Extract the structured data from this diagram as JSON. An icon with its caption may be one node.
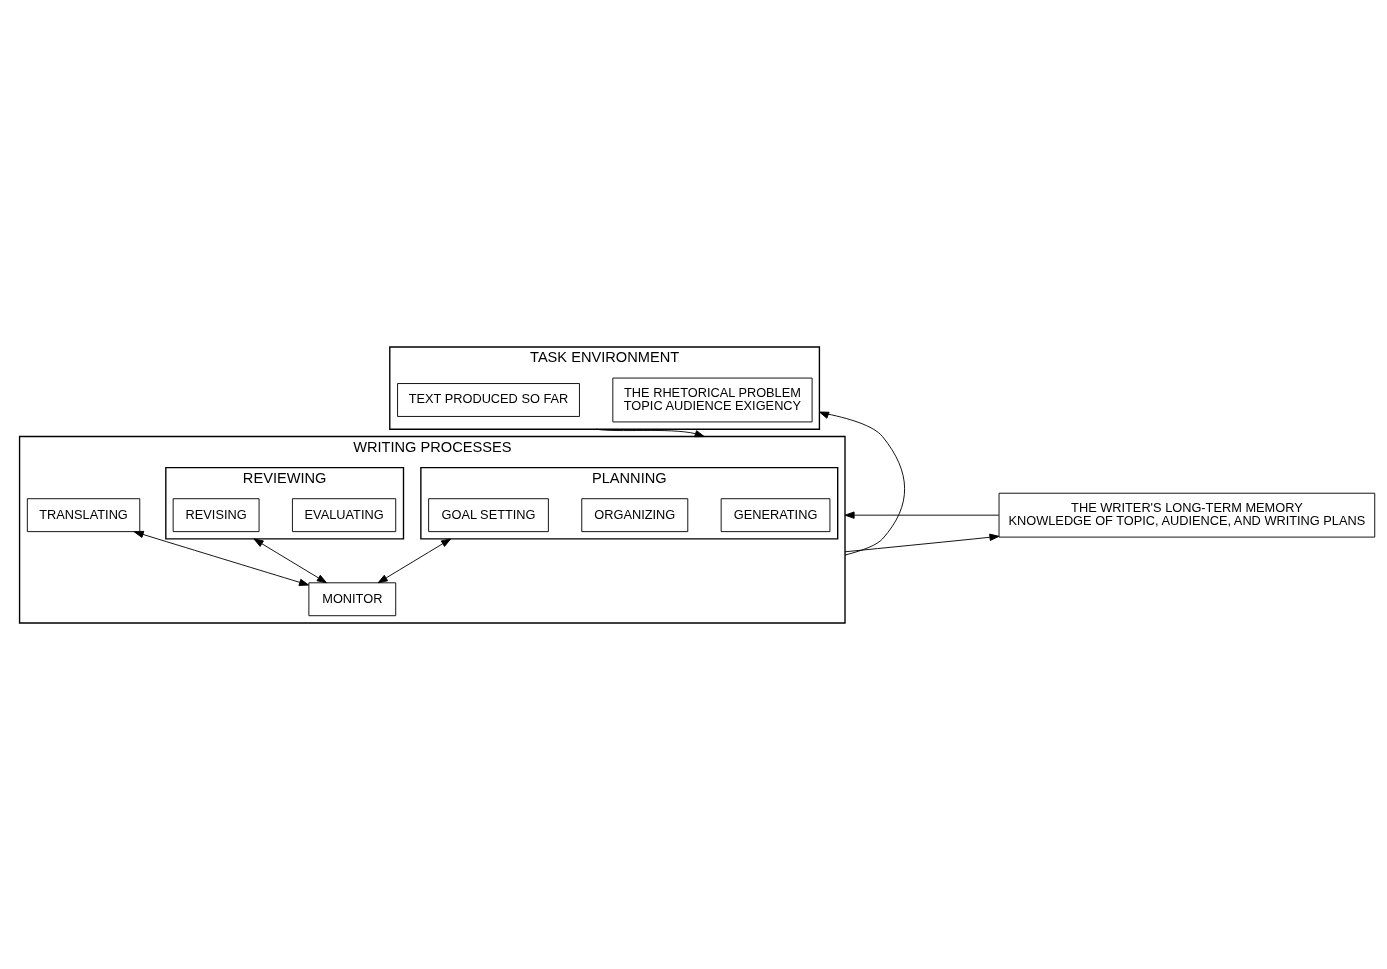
{
  "diagram": {
    "nodes": [
      {
        "text": [
          "TASK ENVIRONMENT"
        ]
      },
      {
        "text": [
          "THE RHETORICAL PROBLEM",
          "TOPIC AUDIENCE EXIGENCY"
        ],
        "in": 0
      },
      {
        "text": [
          "TEXT PRODUCED SO FAR"
        ],
        "in": 0
      },
      {
        "text": [
          "THE WRITER'S LONG-TERM MEMORY",
          "KNOWLEDGE OF TOPIC, AUDIENCE, AND WRITING PLANS"
        ]
      },
      {
        "text": [
          "WRITING PROCESSES"
        ]
      },
      {
        "text": [
          "PLANNING"
        ],
        "in": 4
      },
      {
        "text": [
          "GENERATING"
        ],
        "in": 5
      },
      {
        "text": [
          "ORGANIZING"
        ],
        "in": 5
      },
      {
        "text": [
          "GOAL SETTING"
        ],
        "in": 5
      },
      {
        "text": [
          "TRANSLATING"
        ],
        "in": 4
      },
      {
        "text": [
          "REVIEWING"
        ],
        "in": 4
      },
      {
        "text": [
          "EVALUATING"
        ],
        "in": 10
      },
      {
        "text": [
          "REVISING"
        ],
        "in": 10
      },
      {
        "text": [
          "MONITOR"
        ],
        "in": 4
      }
    ],
    "edges": [
      {
        "from": 0,
        "to": 4,
        "arrow": "to"
      },
      {
        "from": 4,
        "to": 0,
        "arrow": "to"
      },
      {
        "from": 3,
        "to": 4,
        "arrow": "to"
      },
      {
        "from": 4,
        "to": 3,
        "arrow": "to"
      },
      {
        "from": 5,
        "to": 13,
        "arrow": "both"
      },
      {
        "from": 9,
        "to": 13,
        "arrow": "both"
      },
      {
        "from": 10,
        "to": 13,
        "arrow": "both"
      }
    ]
  }
}
